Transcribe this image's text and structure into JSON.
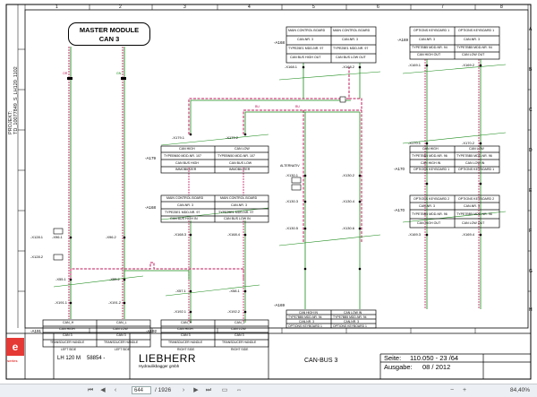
{
  "master_module": {
    "line1": "MASTER MODULE",
    "line2": "CAN 3"
  },
  "grid": {
    "cols": [
      "1",
      "2",
      "3",
      "4",
      "5",
      "6",
      "7",
      "8"
    ],
    "rows": [
      "A",
      "B",
      "C",
      "D",
      "E",
      "F",
      "G",
      "H"
    ]
  },
  "left_margin": {
    "projekt_label": "PROJEKT:",
    "projekt_value": "TD_10077849_S_LH120_1102"
  },
  "modules": {
    "main_board_top": {
      "ref": "-A168",
      "title_left": "MAIN CONTROL BOARD",
      "title_right": "MAIN CONTROL BOARD",
      "sub_left": "CAN-NR. 3",
      "sub_right": "CAN-NR. 3",
      "type_left": "TYPE25E1  MDD-NR. 97",
      "type_right": "TYPE25E1  MDD-NR. 97",
      "sig_left": "CAN BUS HIGH OUT",
      "sig_right": "CAN BUS LOW OUT"
    },
    "options_kbd1_top": {
      "ref": "-A169",
      "title_left": "OPTIONS KEYBOARD 1",
      "title_right": "OPTIONS KEYBOARD 1",
      "sub_left": "CAN-NR. 3",
      "sub_right": "CAN-NR. 3",
      "type_left": "TYPE7BB5  MDD-NR. 94",
      "type_right": "TYPE7BB5  MDD-NR. 94",
      "sig_left": "CAN HIGH OUT",
      "sig_right": "CAN LOW OUT"
    },
    "immobilizer": {
      "ref": "-A179",
      "title_left": "CAN HIGH",
      "title_right": "CAN LOW",
      "type_left": "TYPEBN50  MDD-NR. 107",
      "type_right": "TYPEBN50  MDD-NR. 107",
      "sig_left": "CAN BUS HIGH",
      "sig_right": "CAN BUS LOW",
      "name_left": "IMMOBILIZER",
      "name_right": "IMMOBILIZER"
    },
    "main_board_mid": {
      "ref": "-A168",
      "title_left": "MAIN CONTROL BOARD",
      "title_right": "MAIN CONTROL BOARD",
      "sub_left": "CAN-NR. 3",
      "sub_right": "CAN-NR. 3",
      "type_left": "TYPE25E1  MDD-NR. 97",
      "type_right": "TYPE25E1  MDD-NR. 97",
      "sig_left": "CAN BUS HIGH IN",
      "sig_right": "CAN BUS LOW IN"
    },
    "options_kbd1_mid": {
      "ref": "-A170",
      "title_left": "CAN HIGH",
      "title_right": "CAN LOW",
      "type_left": "TYPE7BB5  MDD-NR. 96",
      "type_right": "TYPE7BB5  MDD-NR. 96",
      "sig_left": "CAN HIGH IN",
      "sig_right": "CAN LOW IN",
      "name_left": "OPTIONS KEYBOARD 1",
      "name_right": "OPTIONS KEYBOARD 1"
    },
    "options_kbd2": {
      "ref": "-A170",
      "title_left": "OPTIONS KEYBOARD 2",
      "title_right": "OPTIONS KEYBOARD 2",
      "sub_left": "CAN-NR. 3",
      "sub_right": "CAN-NR. 3",
      "type_left": "TYPE7BB5  MDD-NR. 96",
      "type_right": "TYPE7BB5  MDD-NR. 96",
      "sig_left": "CAN HIGH OUT",
      "sig_right": "CAN LOW OUT"
    },
    "options_kbd1_bottom": {
      "ref": "-A169",
      "title_left": "CAN HIGH IN",
      "title_right": "CAN LOW IN",
      "type_left": "TYPE7BB5  MDD-NR. 94",
      "type_right": "TYPE7BB5  MDD-NR. 94",
      "sig_left": "CAN-NR. 3",
      "sig_right": "CAN-NR. 3",
      "name_left": "OPTIONS KEYBOARD 1",
      "name_right": "OPTIONS KEYBOARD 1"
    },
    "transducer_left": {
      "ref": "-A191",
      "title_left": "CAN_H",
      "title_right": "CAN_L",
      "sig_left": "CAN HIGH",
      "sig_right": "CAN LOW",
      "sub_left": "CAN 3",
      "sub_right": "CAN 3",
      "name_left": "TRANSDUCER HANDLE",
      "name_right": "TRANSDUCER HANDLE",
      "side_left": "LEFT SIDE",
      "side_right": "LEFT SIDE"
    },
    "transducer_right": {
      "ref": "-A192",
      "title_left": "CAN_H",
      "title_right": "CAN_L",
      "sig_left": "CAN HIGH",
      "sig_right": "CAN LOW",
      "sub_left": "CAN 3",
      "sub_right": "CAN 3",
      "name_left": "TRANSDUCER HANDLE",
      "name_right": "TRANSDUCER HANDLE",
      "side_left": "RIGHT SIDE",
      "side_right": "RIGHT SIDE"
    }
  },
  "terminals": {
    "x179_1": "-X179.1",
    "x179_2": "-X179.2",
    "x168_1": "-X168.1",
    "x168_2": "-X168.2",
    "x169_1": "-X169.1",
    "x169_2": "-X169.2",
    "x130_1": "-X130.1",
    "x130_2": "-X130.2",
    "x130_3": "-X130.3",
    "x130_4": "-X130.4",
    "x130_5": "-X130.5",
    "x130_6": "-X130.6",
    "x170_1": "-X170.1",
    "x170_2": "-X170.2",
    "x96_1": "-X96.1",
    "x96_2": "-X96.2",
    "x55_1": "-X55.1",
    "x55_2": "-X55.2",
    "x57_1": "-X57.1",
    "x58_1": "-X58.1",
    "x191_1": "-X191.1",
    "x191_2": "-X191.2",
    "x192_1": "-X192.1",
    "x192_2": "-X192.2",
    "x168_3": "-X168.3",
    "x168_4": "-X168.4",
    "x169_3": "-X169.3",
    "x169_4": "-X169.4",
    "x128_1": "-X128.1",
    "x128_2": "-X128.2"
  },
  "labels": {
    "alternativ": "ALTERNATIV",
    "bu": "BU",
    "bu2": "BU",
    "or": "OR",
    "gn": "GN"
  },
  "footer": {
    "model": "LH 120 M",
    "serial": "58854 -",
    "brand": "LIEBHERR",
    "brand_sub": "Hydraulikbagger gmbh",
    "drawing": "CAN-BUS 3",
    "seite_label": "Seite:",
    "seite_value": "110.050 - 23  /64",
    "ausgabe_label": "Ausgabe:",
    "ausgabe_value": "08 / 2012",
    "logo_text": "series"
  },
  "viewer": {
    "current_page": "644",
    "page_total": "/ 1926",
    "zoom": "84,40%"
  }
}
